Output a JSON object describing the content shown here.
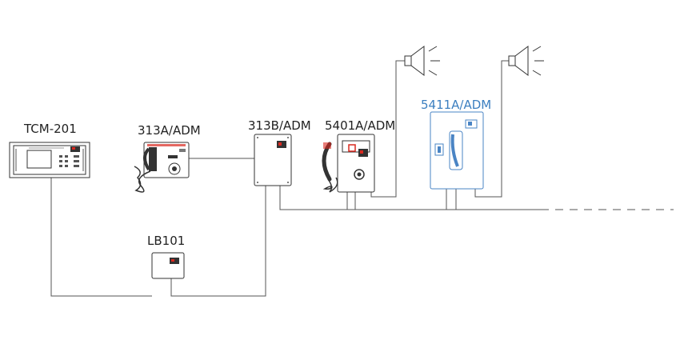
{
  "devices": {
    "tcm": {
      "label": "TCM-201"
    },
    "a313": {
      "label": "313A/ADM"
    },
    "b313": {
      "label": "313B/ADM"
    },
    "p5401": {
      "label": "5401A/ADM"
    },
    "p5411": {
      "label": "5411A/ADM"
    },
    "lb101": {
      "label": "LB101"
    }
  },
  "colors": {
    "line": "#555555",
    "highlight": "#3c7fc0",
    "accent_red": "#d9281f"
  }
}
